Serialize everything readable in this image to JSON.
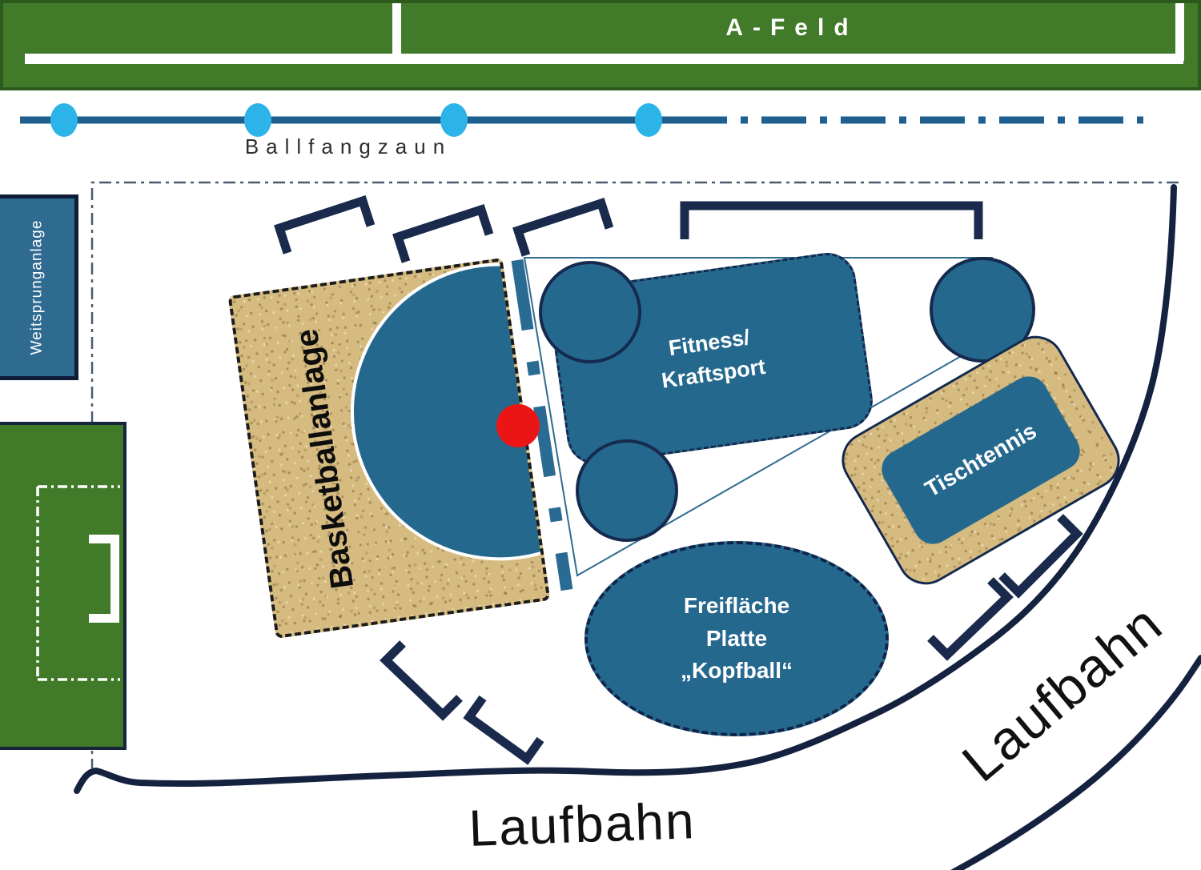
{
  "banner": {
    "title": "A-Feld"
  },
  "fence": {
    "label": "Ballfangzaun"
  },
  "areas": {
    "weitsprung": {
      "label": "Weitsprunganlage"
    },
    "basketball": {
      "label": "Basketballanlage"
    },
    "fitness": {
      "line1": "Fitness/",
      "line2": "Kraftsport"
    },
    "tischtennis": {
      "label": "Tischtennis"
    },
    "freiflaeche": {
      "line1": "Freifläche",
      "line2": "Platte",
      "line3": "„Kopfball“"
    },
    "track_bottom": {
      "label": "Laufbahn"
    },
    "track_right": {
      "label": "Laufbahn"
    }
  },
  "colors": {
    "field_green": "#417a28",
    "area_blue": "#25688e",
    "sand_tan": "#d6bb81",
    "fence_line_blue": "#1f6090",
    "fence_post_blue": "#2cb3e8",
    "marker_red": "#ec1515",
    "linework_navy": "#16234a",
    "border_dashdot_slate": "#4a5b72"
  }
}
